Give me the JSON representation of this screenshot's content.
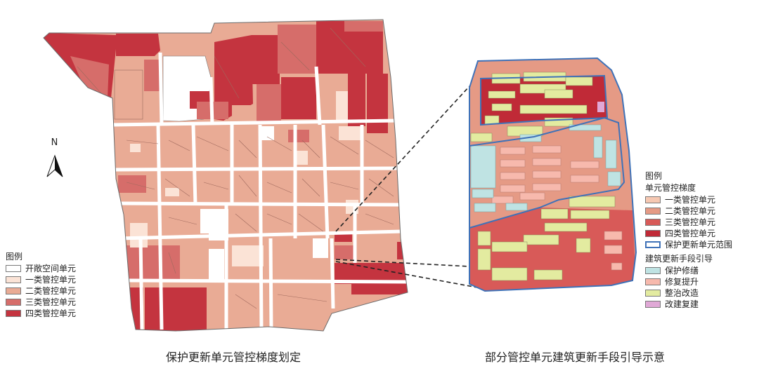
{
  "north_label": "N",
  "left_legend": {
    "title": "图例",
    "items": [
      {
        "label": "开敞空间单元",
        "color": "#ffffff"
      },
      {
        "label": "一类管控单元",
        "color": "#fbe3d6"
      },
      {
        "label": "二类管控单元",
        "color": "#e9ab95"
      },
      {
        "label": "三类管控单元",
        "color": "#d66d6a"
      },
      {
        "label": "四类管控单元",
        "color": "#c4343f"
      }
    ]
  },
  "right_legend": {
    "title": "图例",
    "section1_title": "单元管控梯度",
    "section1_items": [
      {
        "label": "一类管控单元",
        "color": "#f6c8b2"
      },
      {
        "label": "二类管控单元",
        "color": "#e59a85"
      },
      {
        "label": "三类管控单元",
        "color": "#d85a58"
      },
      {
        "label": "四类管控单元",
        "color": "#c02a37"
      },
      {
        "label": "保护更新单元范围",
        "color": "#3f72b8"
      }
    ],
    "section2_title": "建筑更新手段引导",
    "section2_items": [
      {
        "label": "保护修缮",
        "color": "#bfe3e3"
      },
      {
        "label": "修复提升",
        "color": "#f7b9ad"
      },
      {
        "label": "整治改造",
        "color": "#e3eba0"
      },
      {
        "label": "改建复建",
        "color": "#e0a8d6"
      }
    ]
  },
  "captions": {
    "left": "保护更新单元管控梯度划定",
    "right": "部分管控单元建筑更新手段引导示意"
  },
  "colors": {
    "outline": "#6b6b6b",
    "unit_boundary": "#3f72b8",
    "leader_line": "#222222"
  }
}
